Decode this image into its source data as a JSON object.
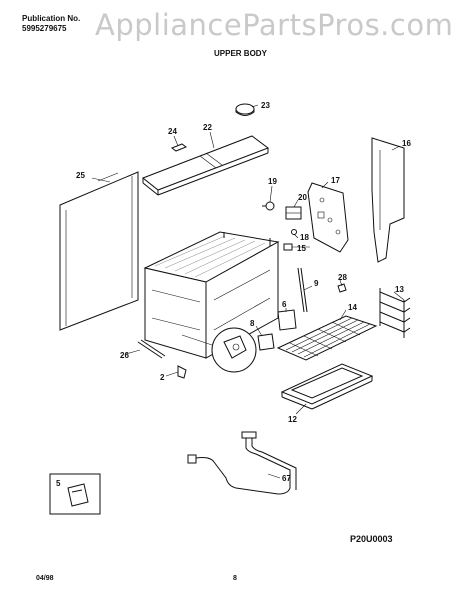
{
  "header": {
    "publication_label": "Publication No.",
    "publication_number": "5995279675",
    "watermark": "AppliancePartsPros.com",
    "section_title": "UPPER BODY"
  },
  "footer": {
    "date": "04/98",
    "page": "8",
    "diagram_code": "P20U0003"
  },
  "callouts": {
    "c2": "2",
    "c5": "5",
    "c6": "6",
    "c8": "8",
    "c9": "9",
    "c12": "12",
    "c13": "13",
    "c14": "14",
    "c15": "15",
    "c16": "16",
    "c17": "17",
    "c18": "18",
    "c19": "19",
    "c20": "20",
    "c22": "22",
    "c23": "23",
    "c24": "24",
    "c25": "25",
    "c26": "26",
    "c28": "28",
    "c67": "67"
  }
}
